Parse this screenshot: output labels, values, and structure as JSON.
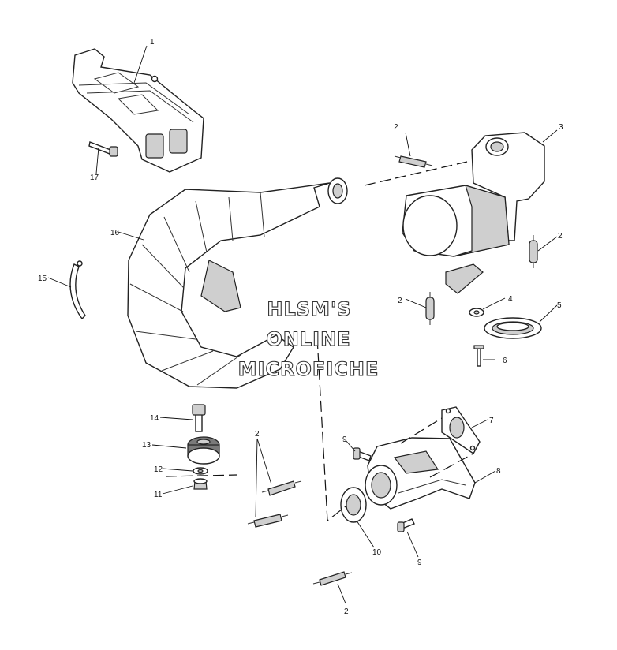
{
  "watermark": {
    "line1": "HLSM'S",
    "line2": "ONLINE",
    "line3": "MICROFICHE"
  },
  "callouts": {
    "c1": "1",
    "c2a": "2",
    "c2b": "2",
    "c2c": "2",
    "c2d": "2",
    "c2e": "2",
    "c3": "3",
    "c4": "4",
    "c5": "5",
    "c6": "6",
    "c7": "7",
    "c8": "8",
    "c9a": "9",
    "c9b": "9",
    "c10": "10",
    "c11": "11",
    "c12": "12",
    "c13": "13",
    "c14": "14",
    "c15": "15",
    "c16": "16",
    "c17": "17"
  }
}
